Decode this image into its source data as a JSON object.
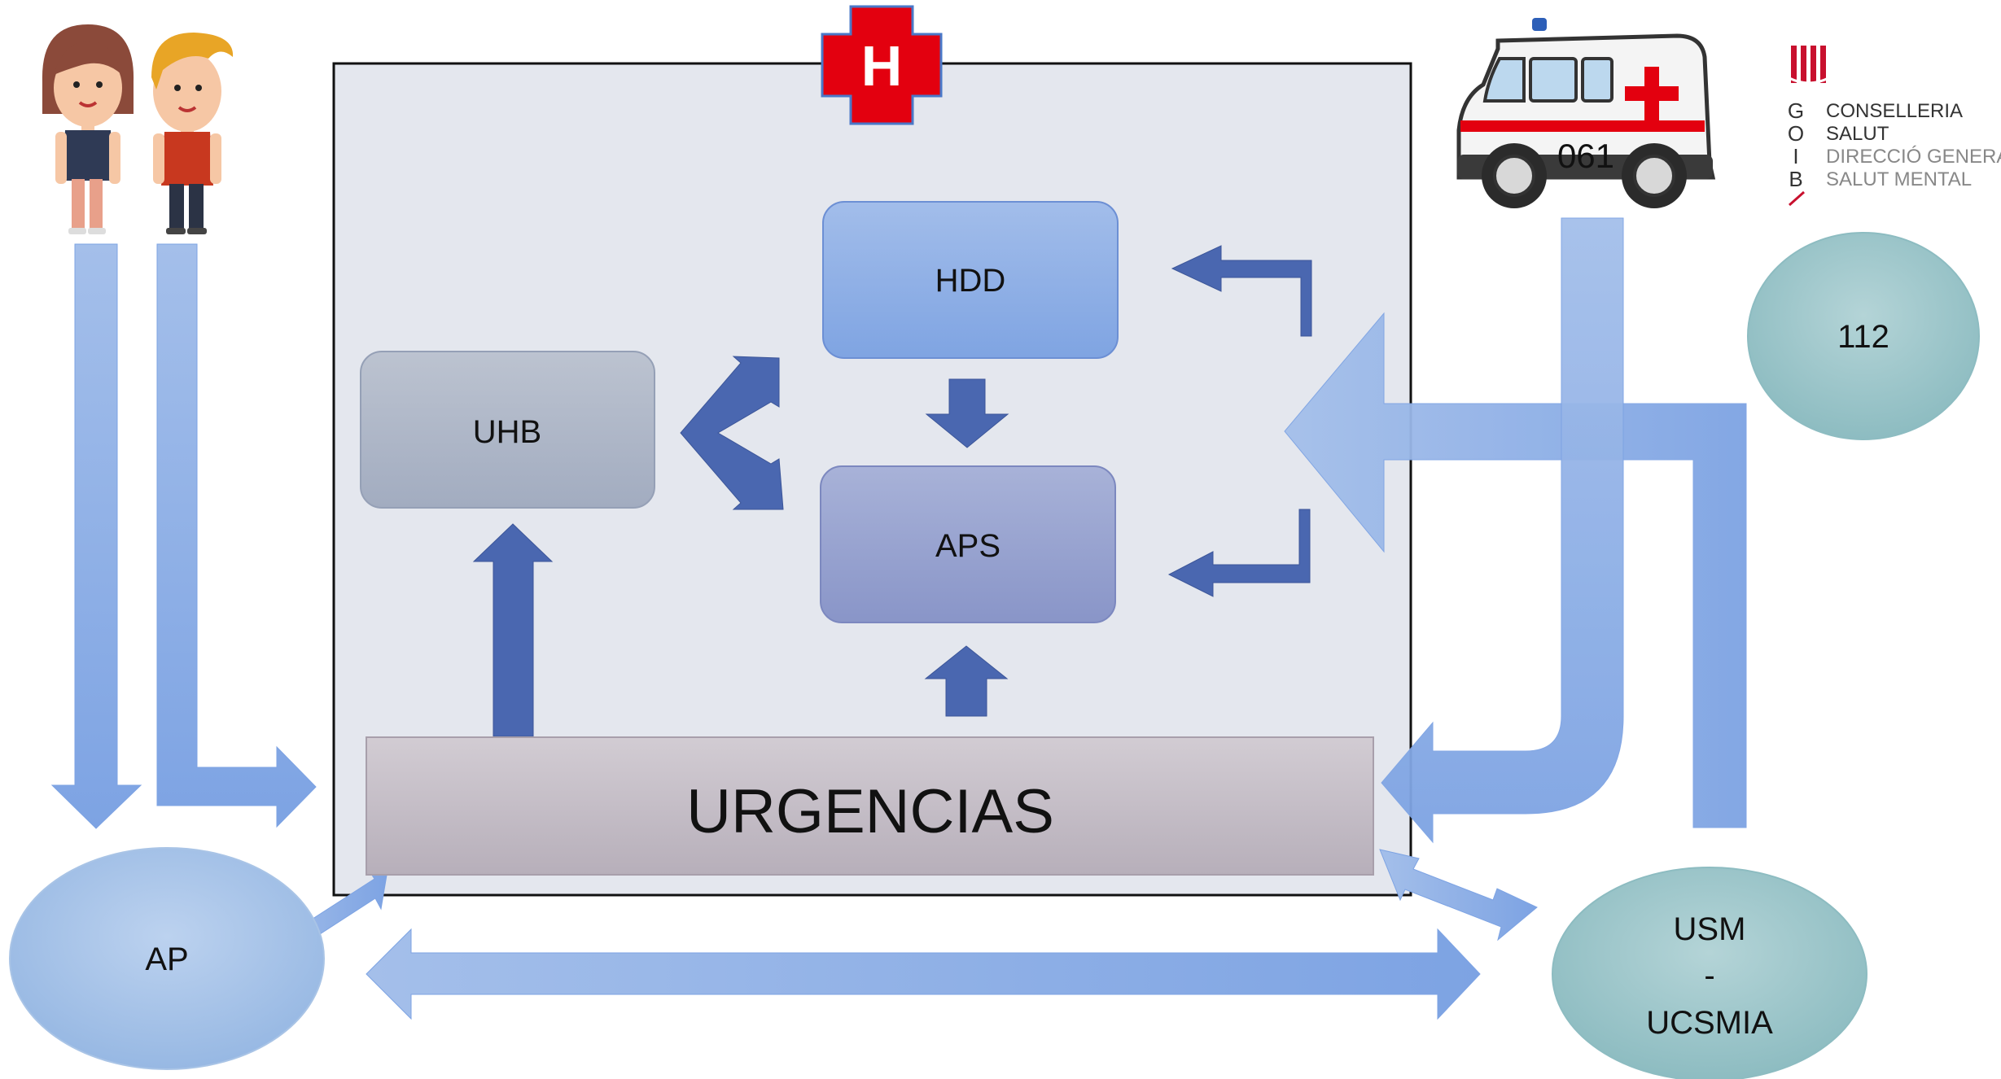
{
  "nodes": {
    "hdd": "HDD",
    "uhb": "UHB",
    "aps": "APS",
    "urgencias": "URGENCIAS",
    "ap": "AP",
    "n112": "112",
    "usm_line1": "USM",
    "usm_line2": "-",
    "usm_line3": "UCSMIA"
  },
  "hospital_sign": "H",
  "ambulance_number": "061",
  "logo": {
    "letters": [
      "G",
      "O",
      "I",
      "B"
    ],
    "lines": [
      "CONSELLERIA",
      "SALUT",
      "DIRECCIÓ GENERAL",
      "SALUT MENTAL"
    ]
  },
  "icons": {
    "people": "people-illustration-icon",
    "ambulance": "ambulance-icon",
    "hospital": "hospital-cross-icon",
    "logo": "goib-logo-icon"
  },
  "colors": {
    "hospital_area": "#e4e7ee",
    "arrow_light": "#8fb0e6",
    "arrow_dark": "#4a67b0",
    "hdd_box": "#8eb0e4",
    "uhb_box": "#adb6c6",
    "aps_box": "#98a3cf",
    "urgencias_box": "#c5bec7",
    "teal_ellipse": "#9fc7cb",
    "blue_ellipse": "#a9c4e6",
    "red_cross": "#e3000f"
  }
}
